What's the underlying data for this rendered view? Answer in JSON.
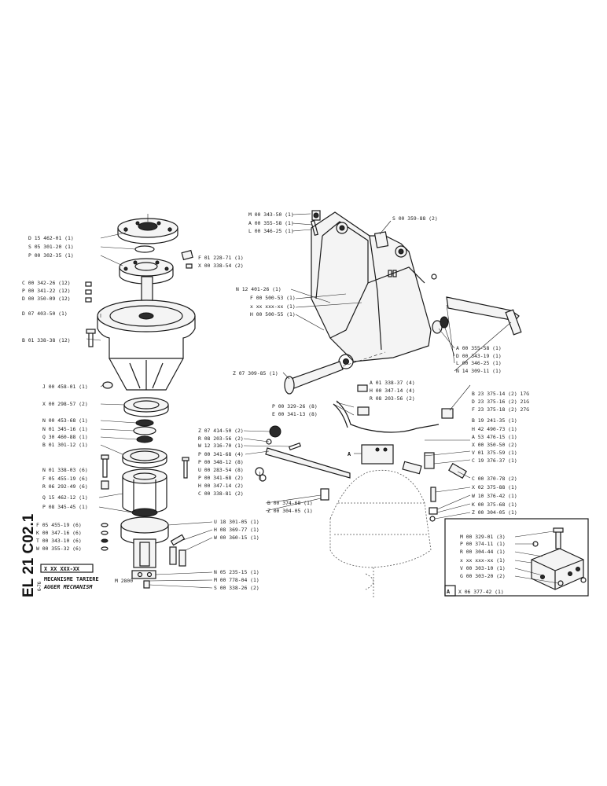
{
  "sheet": {
    "code": "EL 21 C02.1",
    "edition": "6-76",
    "ref_box": "X XX XXX-XX",
    "title_fr": "MECANISME TARIERE",
    "title_en": "AUGER MECHANISM",
    "model": "M 2800"
  },
  "left_labels": [
    "D 15 462-01 (1)",
    "S 05 301-20 (1)",
    "P 00 302-35 (1)",
    "C 00 342-26 (12)",
    "P 00 341-22 (12)",
    "D 00 350-09 (12)",
    "D 07 403-50 (1)",
    "B 01 338-38 (12)",
    "J 00 458-01 (1)",
    "X 00 298-57 (2)",
    "N 00 453-68 (1)",
    "N 01 345-16 (1)",
    "Q 30 460-88 (1)",
    "B 01 301-12 (1)",
    "N 01 338-03 (6)",
    "F 05 455-19 (6)",
    "R 06 292-49 (6)",
    "Q 15 462-12 (1)",
    "P 08 345-45 (1)",
    "F 05 455-19 (6)",
    "K 00 347-16 (6)",
    "T 00 343-10 (6)",
    "W 00 355-32 (6)"
  ],
  "mid_labels": [
    "F 01 228-71 (1)",
    "X 00 338-54 (2)",
    "Z 07 414-50 (2)",
    "R 08 203-56 (2)",
    "W 12 316-70 (1)",
    "P 00 341-68 (4)",
    "P 00 348-12 (8)",
    "U 00 283-54 (8)",
    "P 00 341-68 (2)",
    "H 00 347-14 (2)",
    "C 00 338-81 (2)",
    "U 18 301-05 (1)",
    "H 08 369-77 (1)",
    "W 00 360-15 (1)",
    "N 05 235-15 (1)",
    "M 00 778-04 (1)",
    "S 00 338-26 (2)",
    "B 00 374-68 (1)",
    "Z 00 304-05 (1)"
  ],
  "right_top_labels": [
    "M 00 343-50 (1)",
    "A 00 355-58 (1)",
    "L 00 346-25 (1)",
    "S 00 359-88 (2)",
    "N 12 401-26 (1)",
    "F 00 500-53 (1)",
    "x xx xxx-xx (1)",
    "H 00 500-55 (1)",
    "A 00 355-58 (1)",
    "D 00 343-19 (1)",
    "L 00 346-25 (1)",
    "N 14 309-11 (1)",
    "Z 07 309-85 (1)"
  ],
  "right_mid_labels": [
    "A 01 338-37 (4)",
    "H 00 347-14 (4)",
    "R 08 203-56 (2)",
    "P 00 329-26 (8)",
    "E 00 341-13 (8)",
    "B 23 375-14 (2) 17G",
    "D 23 375-16 (2) 21G",
    "F 23 375-18 (2) 27G",
    "B 19 241-35 (1)",
    "H 42 490-73 (1)",
    "A 53 476-15 (1)",
    "X 00 350-50 (2)",
    "V 01 375-59 (1)",
    "C 19 376-37 (1)",
    "C 00 370-78 (2)",
    "X 02 375-88 (1)",
    "W 10 376-42 (1)",
    "K 00 375-68 (1)",
    "Z 00 304-05 (1)"
  ],
  "detail_labels": [
    "M 00 329-01 (3)",
    "P 00 374-11 (1)",
    "R 00 304-44 (1)",
    "x xx xxx-xx (1)",
    "V 00 303-10 (1)",
    "G 00 303-20 (2)"
  ],
  "detail_ref": "X 06 377-42 (1)",
  "callout": "A"
}
